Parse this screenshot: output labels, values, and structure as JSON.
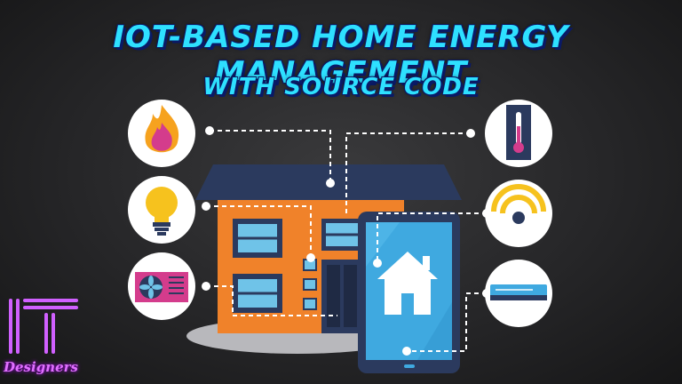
{
  "title": {
    "main": "IOT-BASED HOME ENERGY MANAGEMENT",
    "sub": "WITH SOURCE CODE"
  },
  "logo": {
    "mark": "IT",
    "text": "Designers"
  },
  "icons": [
    "fire-icon",
    "light-bulb-icon",
    "air-conditioner-unit-icon",
    "thermometer-icon",
    "wifi-signal-icon",
    "split-ac-icon",
    "home-icon"
  ],
  "colors": {
    "title": "#2ee0ff",
    "title_outline": "#0a1a66",
    "roof": "#2b3a5e",
    "wall": "#f0822a",
    "window": "#6fc3e8",
    "phone_screen": "#3fa9e0",
    "logo": "#d060ff"
  }
}
